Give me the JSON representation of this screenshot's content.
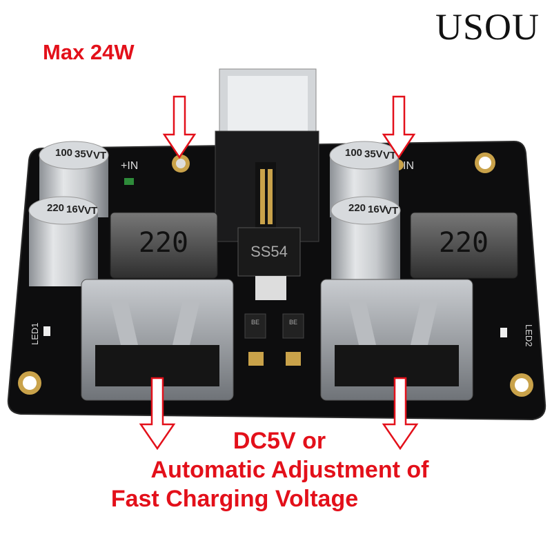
{
  "brand": "USOU",
  "headline": "Max 24W",
  "caption": {
    "line1": "DC5V or",
    "line2": "Automatic Adjustment of",
    "line3": "Fast Charging Voltage"
  },
  "board": {
    "cap_left_top": [
      "100",
      "35V",
      "VT"
    ],
    "cap_left_bottom": [
      "220",
      "16V",
      "VT"
    ],
    "cap_right_top": [
      "100",
      "35V",
      "VT"
    ],
    "cap_right_bottom": [
      "220",
      "16V",
      "VT"
    ],
    "inductor_left": "220",
    "inductor_right": "220",
    "diode_label": "SS54",
    "input_label_left": "+IN",
    "input_label_right": "IN",
    "led1_label": "LED1",
    "led2_label": "LED2",
    "transistor_label": "BE"
  },
  "colors": {
    "accent_red": "#e3101a",
    "pcb": "#0d0d0e"
  }
}
